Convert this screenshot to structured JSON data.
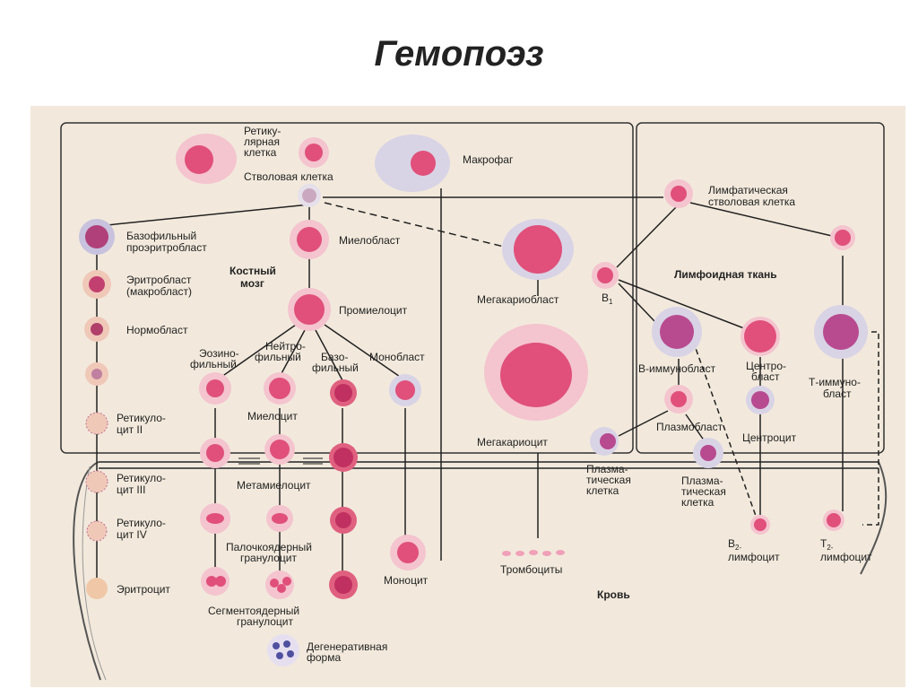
{
  "title": "Гемопоэз",
  "labels": {
    "reticular_cell": [
      "Ретику-",
      "лярная",
      "клетка"
    ],
    "stem_cell": "Стволовая клетка",
    "macrophage": "Макрофаг",
    "lymph_stem_cell": [
      "Лимфатическая",
      "стволовая клетка"
    ],
    "basophilic_proerythroblast": [
      "Базофильный",
      "проэритробласт"
    ],
    "myeloblast": "Миелобласт",
    "bone_marrow": [
      "Костный",
      "мозг"
    ],
    "erythroblast": [
      "Эритробласт",
      "(макробласт)"
    ],
    "lymphoid_tissue": "Лимфоидная ткань",
    "megakaryoblast": "Мегакариобласт",
    "b1": "B",
    "b1_sub": "1",
    "normoblast": "Нормобласт",
    "promyelocyte": "Промиелоцит",
    "eosinophilic": [
      "Эозино-",
      "фильный"
    ],
    "neutrophilic": [
      "Нейтро-",
      "фильный"
    ],
    "basophilic": [
      "Базо-",
      "фильный"
    ],
    "monoblast": "Монобласт",
    "b_immunoblast": "В-иммунобласт",
    "centroblast": [
      "Центро-",
      "бласт"
    ],
    "t_immunoblast": [
      "Т-иммуно-",
      "бласт"
    ],
    "reticulocyte_2": [
      "Ретикуло-",
      "цит II"
    ],
    "myelocyte": "Миелоцит",
    "plasmablast": "Плазмобласт",
    "centrocyte": "Центроцит",
    "megakaryocyte": "Мегакариоцит",
    "reticulocyte_3": [
      "Ретикуло-",
      "цит III"
    ],
    "metamyelocyte": "Метамиелоцит",
    "plasma_cell_1": [
      "Плазма-",
      "тическая",
      "клетка"
    ],
    "plasma_cell_2": [
      "Плазма-",
      "тическая",
      "клетка"
    ],
    "reticulocyte_4": [
      "Ретикуло-",
      "цит IV"
    ],
    "band_granulocyte": [
      "Палочкоядерный",
      "гранулоцит"
    ],
    "b2_lymphocyte": [
      "B",
      "2-",
      "лимфоцит"
    ],
    "t2_lymphocyte": [
      "T",
      "2-",
      "лимфоцит"
    ],
    "platelets": "Тромбоциты",
    "monocyte": "Моноцит",
    "erythrocyte": "Эритроцит",
    "blood": "Кровь",
    "segmented_granulocyte": [
      "Сегментоядерный",
      "гранулоцит"
    ],
    "degenerative_form": [
      "Дегенеративная",
      "форма"
    ]
  },
  "colors": {
    "plate": "#f2e9dc",
    "nucleus": "#e0507a",
    "cytoplasm": "#f4c4cf",
    "pale_cytoplasm": "#d9d3e6",
    "line": "#222222"
  }
}
